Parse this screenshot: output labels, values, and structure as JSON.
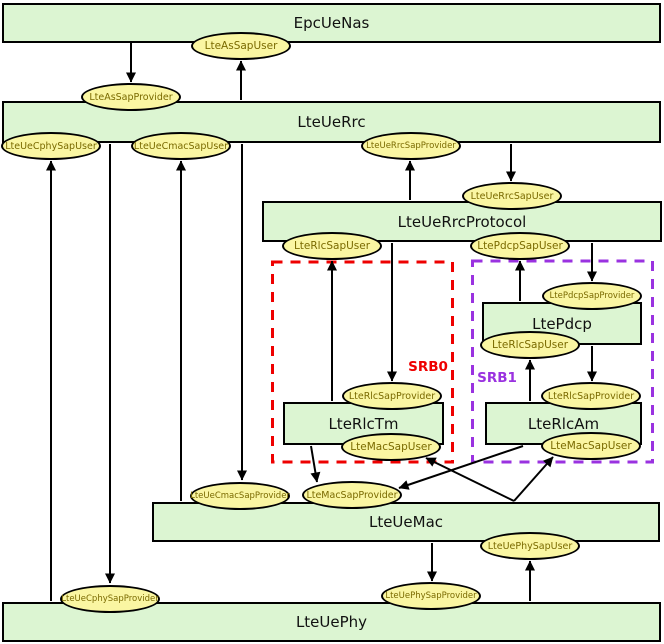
{
  "diagram": {
    "boxes": {
      "epcUeNas": {
        "label": "EpcUeNas"
      },
      "lteUeRrc": {
        "label": "LteUeRrc"
      },
      "lteUeRrcProtocol": {
        "label": "LteUeRrcProtocol"
      },
      "ltePdcp": {
        "label": "LtePdcp"
      },
      "lteRlcTm": {
        "label": "LteRlcTm"
      },
      "lteRlcAm": {
        "label": "LteRlcAm"
      },
      "lteUeMac": {
        "label": "LteUeMac"
      },
      "lteUePhy": {
        "label": "LteUePhy"
      }
    },
    "saps": {
      "lteAsSapUser": {
        "label": "LteAsSapUser"
      },
      "lteAsSapProvider": {
        "label": "LteAsSapProvider"
      },
      "lteUeCphySapUser": {
        "label": "LteUeCphySapUser"
      },
      "lteUeCmacSapUser": {
        "label": "LteUeCmacSapUser"
      },
      "lteUeRrcSapProvider": {
        "label": "LteUeRrcSapProvider"
      },
      "lteUeRrcSapUser": {
        "label": "LteUeRrcSapUser"
      },
      "lteRlcSapUserSrb0": {
        "label": "LteRlcSapUser"
      },
      "ltePdcpSapUser": {
        "label": "LtePdcpSapUser"
      },
      "ltePdcpSapProvider": {
        "label": "LtePdcpSapProvider"
      },
      "lteRlcSapUserSrb1": {
        "label": "LteRlcSapUser"
      },
      "lteRlcSapProviderSrb0": {
        "label": "LteRlcSapProvider"
      },
      "lteRlcSapProviderSrb1": {
        "label": "LteRlcSapProvider"
      },
      "lteMacSapUserSrb0": {
        "label": "LteMacSapUser"
      },
      "lteMacSapUserSrb1": {
        "label": "LteMacSapUser"
      },
      "lteUeCmacSapProvider": {
        "label": "LteUeCmacSapProvider"
      },
      "lteMacSapProvider": {
        "label": "LteMacSapProvider"
      },
      "lteUePhySapUser": {
        "label": "LteUePhySapUser"
      },
      "lteUePhySapProvider": {
        "label": "LteUePhySapProvider"
      },
      "lteUeCphySapProvider": {
        "label": "LteUeCphySapProvider"
      }
    },
    "groups": {
      "srb0": {
        "label": "SRB0",
        "color": "#ee0000"
      },
      "srb1": {
        "label": "SRB1",
        "color": "#9a32e0"
      }
    },
    "connections": [
      {
        "from": "EpcUeNas",
        "to": "LteAsSapProvider"
      },
      {
        "from": "LteUeRrc",
        "to": "LteAsSapUser"
      },
      {
        "from": "LteUeRrc",
        "to": "LteUeCphySapProvider"
      },
      {
        "from": "LteUePhy",
        "to": "LteUeCphySapUser"
      },
      {
        "from": "LteUeRrc",
        "to": "LteUeCmacSapProvider"
      },
      {
        "from": "LteUeMac",
        "to": "LteUeCmacSapUser"
      },
      {
        "from": "LteUeRrc",
        "to": "LteUeRrcSapUser"
      },
      {
        "from": "LteUeRrcProtocol",
        "to": "LteUeRrcSapProvider"
      },
      {
        "from": "LteUeRrcProtocol",
        "to": "LteRlcSapProvider-SRB0"
      },
      {
        "from": "LteRlcTm",
        "to": "LteRlcSapUser-SRB0"
      },
      {
        "from": "LteUeRrcProtocol",
        "to": "LtePdcpSapProvider"
      },
      {
        "from": "LtePdcp",
        "to": "LtePdcpSapUser"
      },
      {
        "from": "LtePdcp",
        "to": "LteRlcSapProvider-SRB1"
      },
      {
        "from": "LteRlcAm",
        "to": "LteRlcSapUser-SRB1"
      },
      {
        "from": "LteRlcTm",
        "to": "LteMacSapProvider"
      },
      {
        "from": "LteRlcAm",
        "to": "LteMacSapProvider"
      },
      {
        "from": "LteUeMac",
        "to": "LteMacSapUser-SRB0"
      },
      {
        "from": "LteUeMac",
        "to": "LteMacSapUser-SRB1"
      },
      {
        "from": "LteUeMac",
        "to": "LteUePhySapProvider"
      },
      {
        "from": "LteUePhy",
        "to": "LteUePhySapUser"
      }
    ],
    "colors": {
      "boxFill": "#dcf5d2",
      "boxBorder": "#000000",
      "sapFill": "#faf6a2",
      "sapBorder": "#000000",
      "sapText": "#7a6a00",
      "titleText": "#111111",
      "arrow": "#000000",
      "srb0": "#ee0000",
      "srb1": "#9a32e0",
      "background": "#ffffff"
    }
  }
}
